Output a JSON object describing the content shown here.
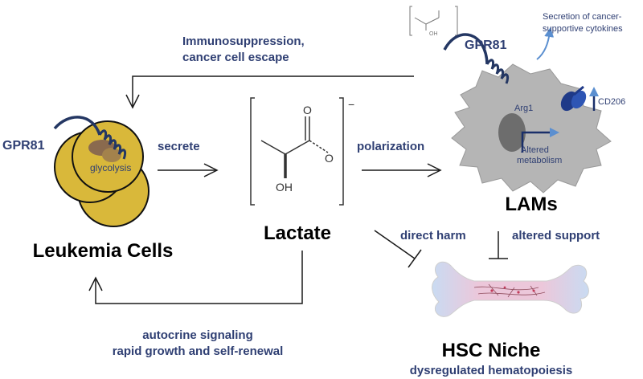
{
  "labels": {
    "immuno_line1": "Immunosuppression,",
    "immuno_line2": "cancer cell escape",
    "secretion_line1": "Secretion of cancer-",
    "secretion_line2": "supportive cytokines",
    "gpr81_top": "GPR81",
    "gpr81_left": "GPR81",
    "arg1": "Arg1",
    "altered": "Altered",
    "metabolism": "metabolism",
    "cd206": "CD206",
    "glycolysis": "glycolysis",
    "secrete": "secrete",
    "polarization": "polarization",
    "lactate_minus": "−",
    "lactate_oh": "OH",
    "lactate_o1": "O",
    "lactate_o2": "O",
    "leukemia": "Leukemia Cells",
    "lactate": "Lactate",
    "lams": "LAMs",
    "direct_harm": "direct harm",
    "altered_support": "altered support",
    "autocrine_line1": "autocrine signaling",
    "autocrine_line2": "rapid growth and self-renewal",
    "hsc_niche": "HSC Niche",
    "dysregulated": "dysregulated hematopoiesis"
  },
  "colors": {
    "label_blue": "#2f3f73",
    "cell_yellow": "#d9b83a",
    "macrophage_gray": "#b5b5b5",
    "bone_pink": "#e9c6d6",
    "bone_blue": "#cfe0f3",
    "arrow_blue": "#5b8fd0"
  }
}
